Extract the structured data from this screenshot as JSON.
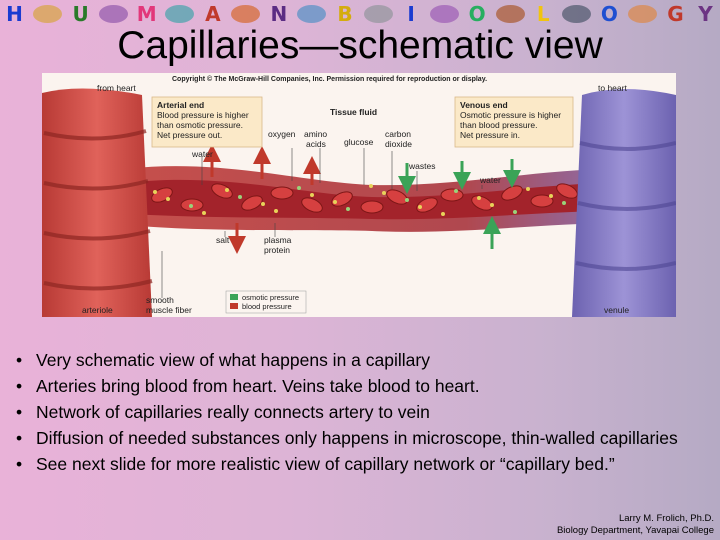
{
  "banner": {
    "letters": [
      "H",
      "",
      "U",
      "",
      "M",
      "",
      "A",
      "",
      "N",
      "",
      "B",
      "",
      "I",
      "",
      "O",
      "",
      "L",
      "",
      "O",
      "",
      "G",
      "Y"
    ],
    "colors": [
      "#1a3bd1",
      "#d4a017",
      "#2a7a2a",
      "#7b3fa0",
      "#e2377a",
      "#1a9e9e",
      "#c0392b",
      "#d35400",
      "#5b2c83",
      "#2e86c1",
      "#d4ac0d",
      "#7f8c8d",
      "#1a3bd1",
      "#8e44ad",
      "#27ae60",
      "#a04000",
      "#f1c40f",
      "#2c3e50",
      "#1f4fd1",
      "#e67e22",
      "#c0392b",
      "#6c3483"
    ]
  },
  "title": "Capillaries—schematic view",
  "figure": {
    "copyright": "Copyright © The McGraw-Hill Companies, Inc. Permission required for reproduction or display.",
    "from_heart": "from heart",
    "to_heart": "to heart",
    "arterial_box": [
      "Arterial end",
      "Blood pressure is higher",
      "than osmotic pressure.",
      "Net pressure out."
    ],
    "venous_box": [
      "Venous end",
      "Osmotic pressure is higher",
      "than blood pressure.",
      "Net pressure in."
    ],
    "tissue_fluid": "Tissue fluid",
    "oxygen": "oxygen",
    "amino_acids": [
      "amino",
      "acids"
    ],
    "glucose": "glucose",
    "carbon_dioxide": [
      "carbon",
      "dioxide"
    ],
    "wastes": "wastes",
    "water_left": "water",
    "water_right": "water",
    "salt": "salt",
    "plasma_protein": [
      "plasma",
      "protein"
    ],
    "smooth_muscle": [
      "smooth",
      "muscle fiber"
    ],
    "arteriole": "arteriole",
    "venule": "venule",
    "legend": [
      {
        "label": "osmotic pressure",
        "color": "#3aa357"
      },
      {
        "label": "blood pressure",
        "color": "#c0392b"
      }
    ],
    "colors": {
      "artery": "#d9534f",
      "vein": "#8a80c8",
      "blood": "#b52a2a",
      "cell": "#d64040"
    }
  },
  "bullets": [
    "Very schematic view of what happens in a capillary",
    "Arteries bring blood from heart.  Veins take blood to heart.",
    "Network of capillaries really connects artery to vein",
    "Diffusion of needed substances only happens in microscope, thin-walled capillaries",
    "See next slide for more realistic view of capillary network or “capillary bed.”"
  ],
  "credit": [
    "Larry M. Frolich, Ph.D.",
    "Biology Department, Yavapai College"
  ]
}
